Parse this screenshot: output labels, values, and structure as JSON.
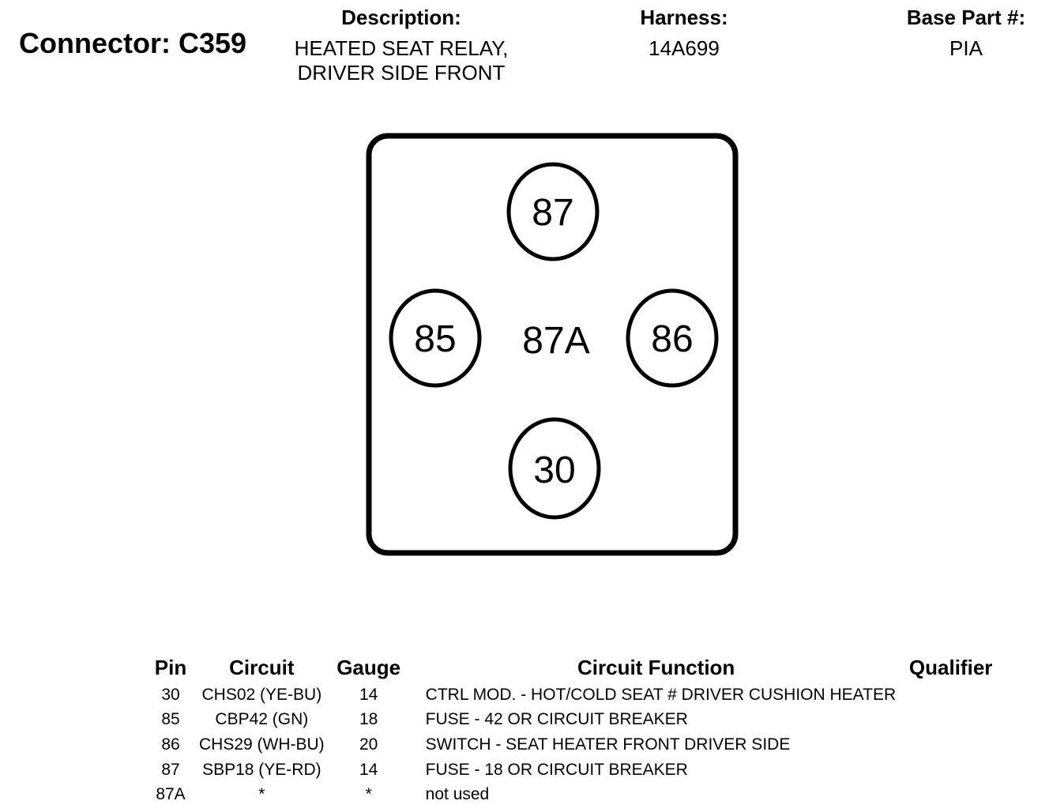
{
  "connector": {
    "title": "Connector: C359"
  },
  "description": {
    "label": "Description:",
    "line1": "HEATED SEAT RELAY,",
    "line2": "DRIVER SIDE FRONT"
  },
  "harness": {
    "label": "Harness:",
    "value": "14A699"
  },
  "base_part": {
    "label": "Base Part #:",
    "value": "PIA"
  },
  "diagram": {
    "pins": {
      "top": "87",
      "left": "85",
      "center": "87A",
      "right": "86",
      "bottom": "30"
    }
  },
  "table": {
    "headers": {
      "pin": "Pin",
      "circuit": "Circuit",
      "gauge": "Gauge",
      "function": "Circuit Function",
      "qualifier": "Qualifier"
    },
    "rows": [
      {
        "pin": "30",
        "circuit": "CHS02 (YE-BU)",
        "gauge": "14",
        "function": "CTRL MOD. - HOT/COLD SEAT # DRIVER CUSHION HEATER",
        "qualifier": ""
      },
      {
        "pin": "85",
        "circuit": "CBP42 (GN)",
        "gauge": "18",
        "function": "FUSE - 42 OR CIRCUIT BREAKER",
        "qualifier": ""
      },
      {
        "pin": "86",
        "circuit": "CHS29 (WH-BU)",
        "gauge": "20",
        "function": "SWITCH - SEAT HEATER FRONT DRIVER SIDE",
        "qualifier": ""
      },
      {
        "pin": "87",
        "circuit": "SBP18 (YE-RD)",
        "gauge": "14",
        "function": "FUSE - 18 OR CIRCUIT BREAKER",
        "qualifier": ""
      },
      {
        "pin": "87A",
        "circuit": "*",
        "gauge": "*",
        "function": "not used",
        "qualifier": ""
      }
    ]
  }
}
